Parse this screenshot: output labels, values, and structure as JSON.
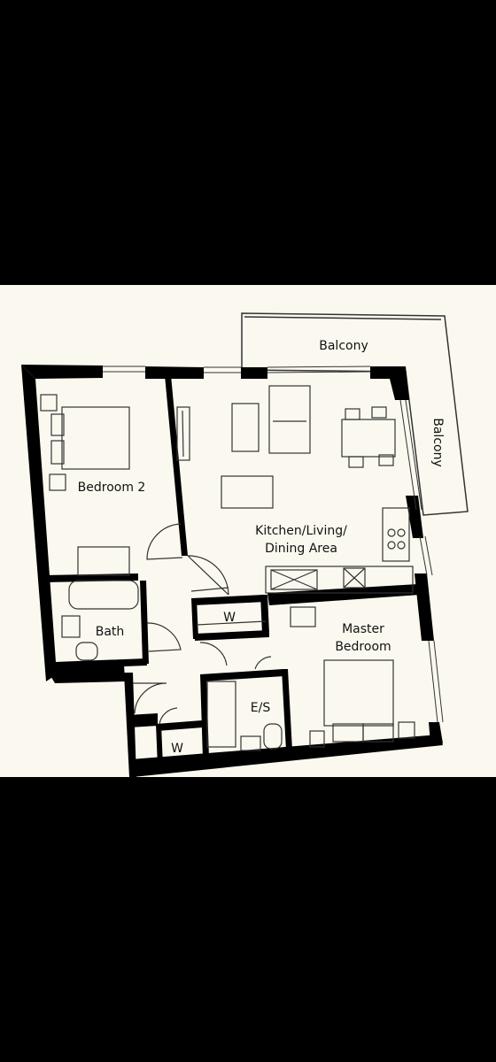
{
  "colors": {
    "background": "#000000",
    "paper": "#fbf9ef",
    "wall": "#000000",
    "line": "#222222"
  },
  "rooms": {
    "balcony_top": "Balcony",
    "balcony_side": "Balcony",
    "bedroom2": "Bedroom 2",
    "kitchen_line1": "Kitchen/Living/",
    "kitchen_line2": "Dining Area",
    "bath": "Bath",
    "master_line1": "Master",
    "master_line2": "Bedroom",
    "ensuite": "E/S",
    "wardrobe_center": "W",
    "wardrobe_entry": "W"
  }
}
